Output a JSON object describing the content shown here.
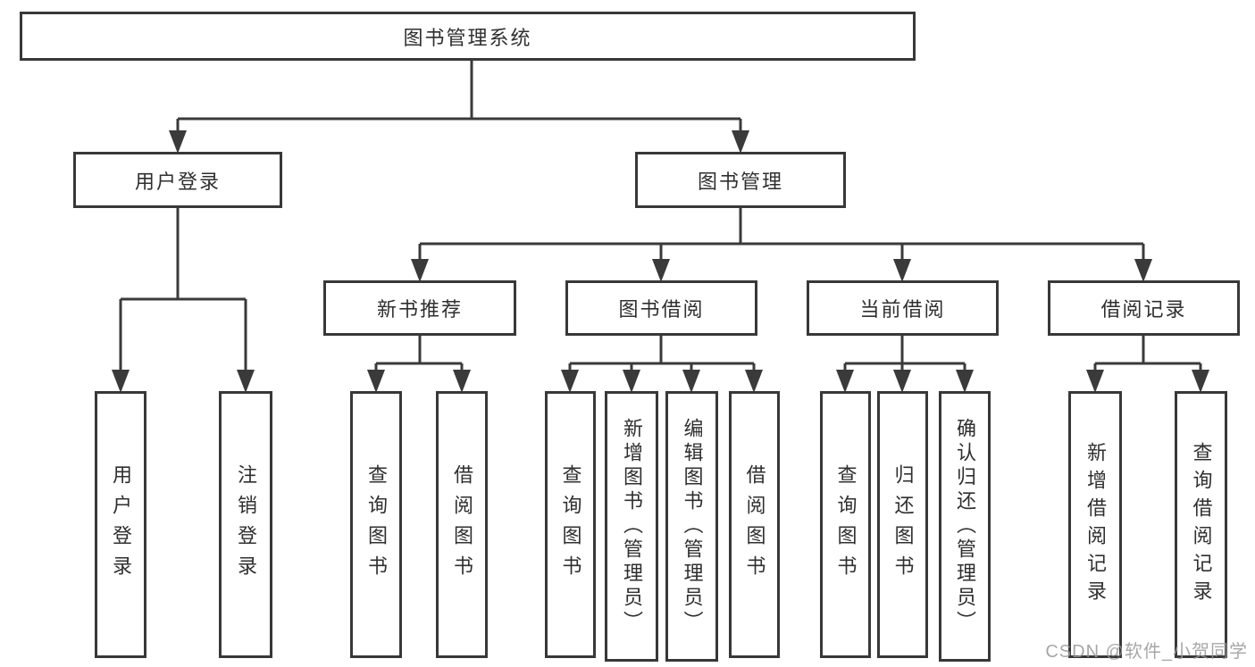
{
  "tree": {
    "root": "图书管理系统",
    "branches": [
      {
        "label": "用户登录",
        "children": [
          "用户登录",
          "注销登录"
        ]
      },
      {
        "label": "图书管理",
        "sections": [
          {
            "label": "新书推荐",
            "children": [
              "查询图书",
              "借阅图书"
            ]
          },
          {
            "label": "图书借阅",
            "children": [
              "查询图书",
              "新增图书（管理员）",
              "编辑图书（管理员）",
              "借阅图书"
            ]
          },
          {
            "label": "当前借阅",
            "children": [
              "查询图书",
              "归还图书",
              "确认归还（管理员）"
            ]
          },
          {
            "label": "借阅记录",
            "children": [
              "新增借阅记录",
              "查询借阅记录"
            ]
          }
        ]
      }
    ]
  },
  "watermark": "CSDN @软件_小贺同学",
  "colors": {
    "line": "#3a3a3a",
    "border": "#383838",
    "text": "#2f2f2f",
    "watermark": "#989898",
    "background": "#ffffff"
  }
}
